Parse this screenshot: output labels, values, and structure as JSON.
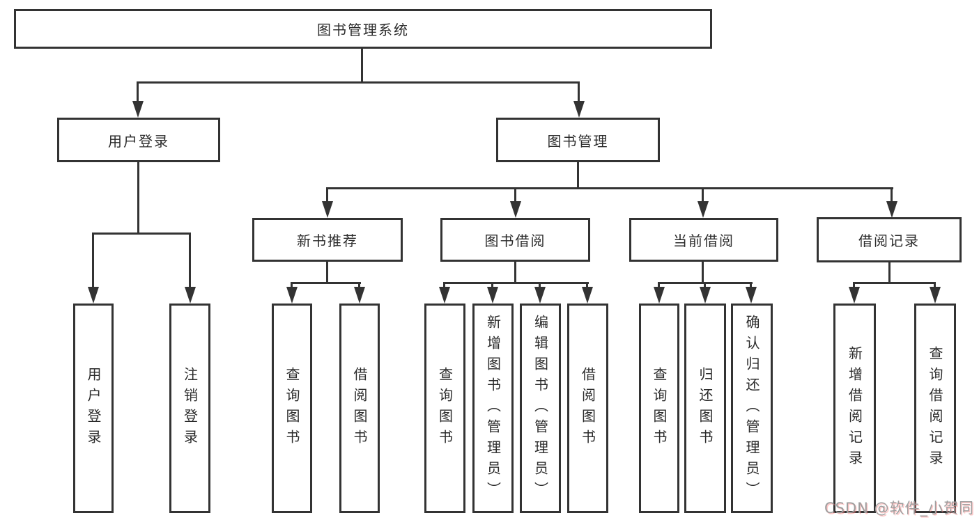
{
  "tree": {
    "label": "图书管理系统",
    "children": [
      {
        "label": "用户登录",
        "children": [
          {
            "label": "用户登录"
          },
          {
            "label": "注销登录"
          }
        ]
      },
      {
        "label": "图书管理",
        "children": [
          {
            "label": "新书推荐",
            "children": [
              {
                "label": "查询图书"
              },
              {
                "label": "借阅图书"
              }
            ]
          },
          {
            "label": "图书借阅",
            "children": [
              {
                "label": "查询图书"
              },
              {
                "label": "新增图书（管理员）"
              },
              {
                "label": "编辑图书（管理员）"
              },
              {
                "label": "借阅图书"
              }
            ]
          },
          {
            "label": "当前借阅",
            "children": [
              {
                "label": "查询图书"
              },
              {
                "label": "归还图书"
              },
              {
                "label": "确认归还（管理员）"
              }
            ]
          },
          {
            "label": "借阅记录",
            "children": [
              {
                "label": "新增借阅记录"
              },
              {
                "label": "查询借阅记录"
              }
            ]
          }
        ]
      }
    ]
  },
  "watermark": "CSDN @软件_小贺同学",
  "colors": {
    "line": "#333333",
    "text": "#2b2b2b",
    "background": "#ffffff",
    "watermark": "#9e9e9e"
  }
}
